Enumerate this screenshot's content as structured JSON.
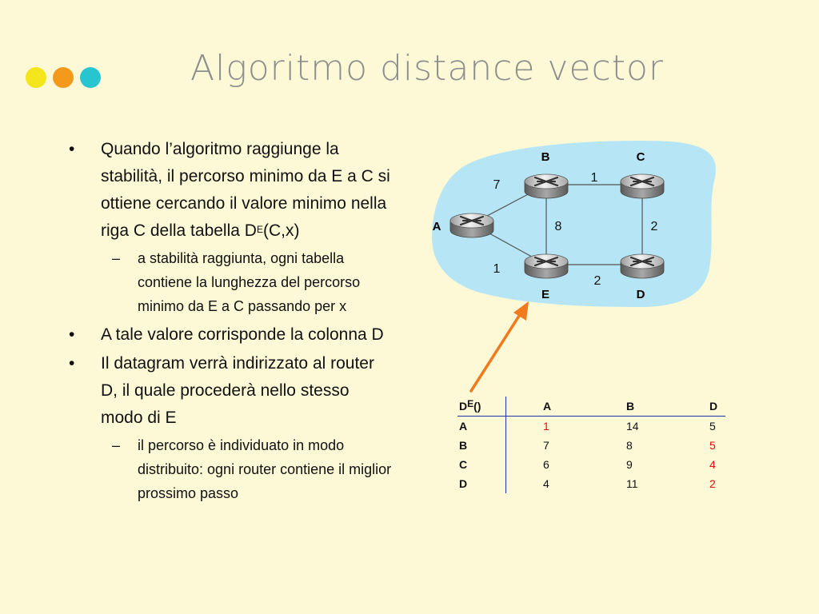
{
  "theme": {
    "background": "#fdf9d6",
    "dot_colors": [
      "#f5e51c",
      "#f39a1c",
      "#27c5d0"
    ],
    "cloud_color": "#b6e6f6",
    "arrow_color": "#f07a1e",
    "highlight_color": "#e01010"
  },
  "slide": {
    "title": "Algoritmo distance vector",
    "bullets": [
      {
        "text_before_sup": "Quando l’algoritmo raggiunge la stabilità, il percorso minimo da E a C si ottiene cercando il valore minimo nella riga C della tabella D",
        "sup": "E",
        "text_after_sup": "(C,x)",
        "sub": "a stabilità raggiunta, ogni tabella contiene la lunghezza del percorso minimo da E a C passando per x"
      },
      {
        "text": "A tale valore corrisponde la colonna D"
      },
      {
        "text": "Il datagram verrà indirizzato al router D, il quale procederà nello stesso modo di E",
        "sub": "il percorso è individuato in modo distribuito: ogni router contiene il miglior prossimo passo"
      }
    ]
  },
  "diagram": {
    "nodes": {
      "A": "A",
      "B": "B",
      "C": "C",
      "D": "D",
      "E": "E"
    },
    "edges": {
      "A-B": "7",
      "B-C": "1",
      "B-E": "8",
      "C-D": "2",
      "A-E": "1",
      "E-D": "2"
    }
  },
  "table": {
    "header": {
      "corner_base": "D",
      "corner_sup": "E",
      "corner_tail": "()",
      "cols": [
        "A",
        "B",
        "D"
      ]
    },
    "rows": [
      {
        "label": "A",
        "values": [
          "1",
          "14",
          "5"
        ],
        "highlight": [
          true,
          false,
          false
        ]
      },
      {
        "label": "B",
        "values": [
          "7",
          "8",
          "5"
        ],
        "highlight": [
          false,
          false,
          true
        ]
      },
      {
        "label": "C",
        "values": [
          "6",
          "9",
          "4"
        ],
        "highlight": [
          false,
          false,
          true
        ]
      },
      {
        "label": "D",
        "values": [
          "4",
          "11",
          "2"
        ],
        "highlight": [
          false,
          false,
          true
        ]
      }
    ]
  }
}
